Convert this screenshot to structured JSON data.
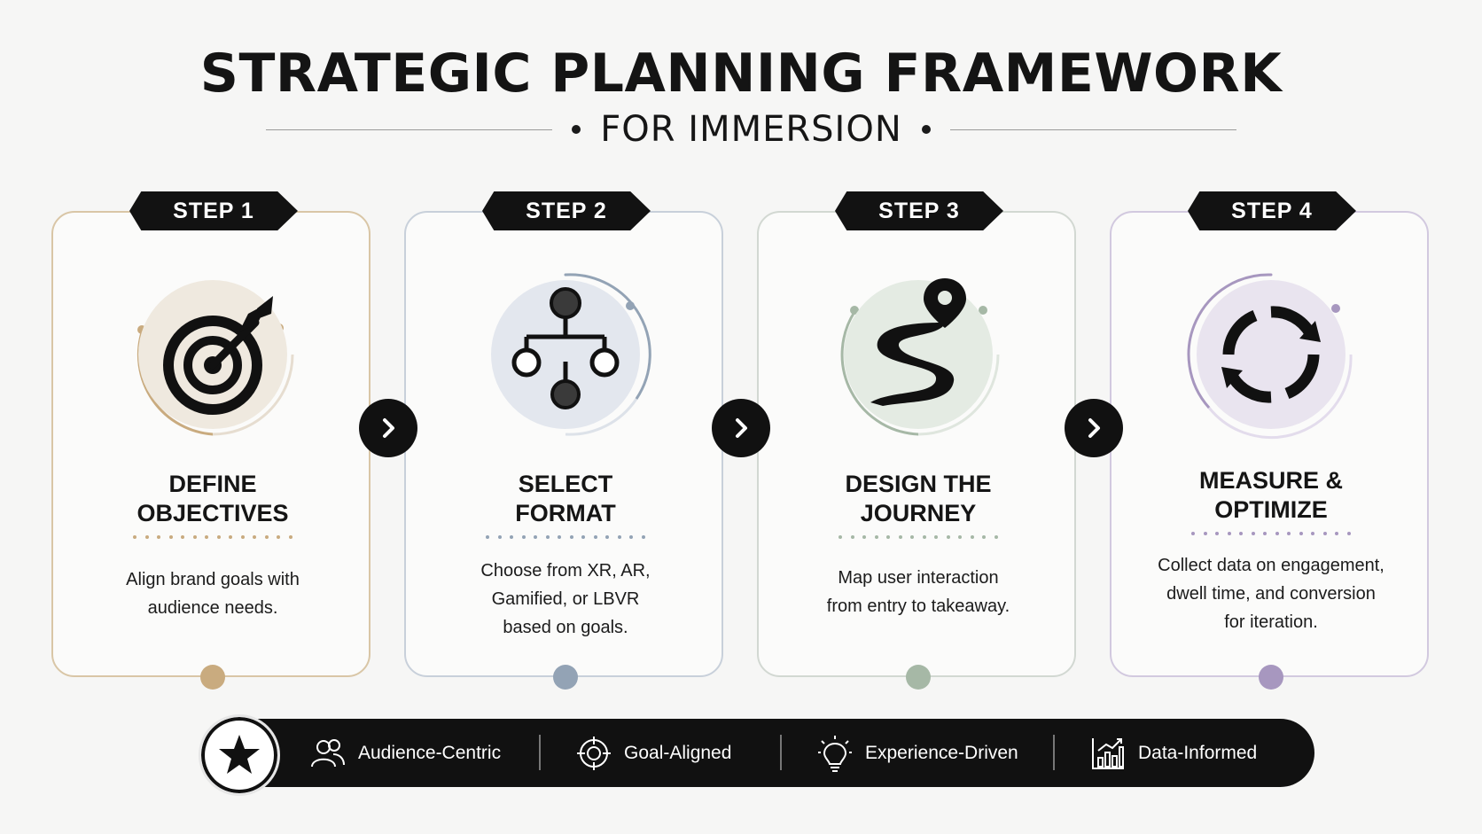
{
  "header": {
    "title": "STRATEGIC PLANNING FRAMEWORK",
    "subtitle": "FOR IMMERSION"
  },
  "steps": [
    {
      "tab": "STEP 1",
      "title_line1": "DEFINE",
      "title_line2": "OBJECTIVES",
      "desc_line1": "Align brand goals with",
      "desc_line2": "audience needs.",
      "desc_line3": "",
      "icon": "target-arrow-icon",
      "accent": "#c9ab7f",
      "tint": "#efe9df"
    },
    {
      "tab": "STEP 2",
      "title_line1": "SELECT",
      "title_line2": "FORMAT",
      "desc_line1": "Choose from XR, AR,",
      "desc_line2": "Gamified, or LBVR",
      "desc_line3": "based on goals.",
      "icon": "hierarchy-nodes-icon",
      "accent": "#93a3b5",
      "tint": "#e3e7ee"
    },
    {
      "tab": "STEP 3",
      "title_line1": "DESIGN THE",
      "title_line2": "JOURNEY",
      "desc_line1": "Map user interaction",
      "desc_line2": "from entry to takeaway.",
      "desc_line3": "",
      "icon": "path-pin-icon",
      "accent": "#a6b8a6",
      "tint": "#e4ebe3"
    },
    {
      "tab": "STEP 4",
      "title_line1": "MEASURE &",
      "title_line2": "OPTIMIZE",
      "desc_line1": "Collect data on engagement,",
      "desc_line2": "dwell time, and conversion",
      "desc_line3": "for iteration.",
      "icon": "refresh-cycle-icon",
      "accent": "#a797bf",
      "tint": "#e9e4ef"
    }
  ],
  "footer_bar": {
    "badge_icon": "star-icon",
    "items": [
      {
        "label": "Audience-Centric",
        "icon": "people-icon"
      },
      {
        "label": "Goal-Aligned",
        "icon": "crosshair-icon"
      },
      {
        "label": "Experience-Driven",
        "icon": "lightbulb-icon"
      },
      {
        "label": "Data-Informed",
        "icon": "bar-chart-icon"
      }
    ]
  }
}
